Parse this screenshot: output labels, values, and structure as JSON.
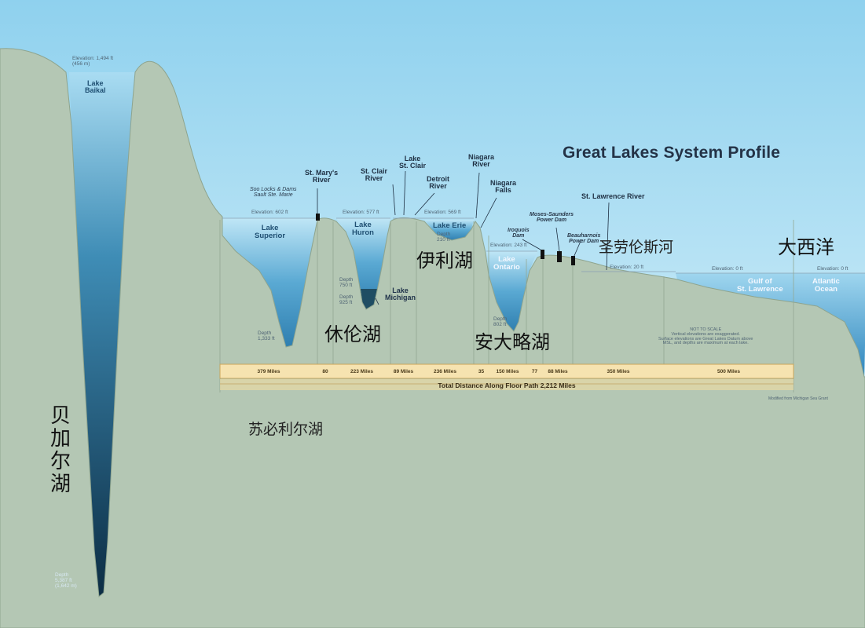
{
  "title": "Great Lakes System Profile",
  "baikal": {
    "name": "Lake\nBaikal",
    "elevation": "Elevation: 1,494 ft\n(456 m)",
    "depth": "Depth\n5,387 ft\n(1,642 m)",
    "zh_name": "贝加尔湖"
  },
  "annotations": {
    "soo_locks": "Soo Locks & Dams\nSault Ste. Marie",
    "st_marys": "St. Mary's\nRiver",
    "st_clair_river": "St. Clair\nRiver",
    "lake_st_clair": "Lake\nSt. Clair",
    "detroit_river": "Detroit\nRiver",
    "niagara_river": "Niagara\nRiver",
    "niagara_falls": "Niagara\nFalls",
    "st_lawrence_river": "St. Lawrence River",
    "iroquois_dam": "Iroquois\nDam",
    "moses_saunders": "Moses-Saunders\nPower Dam",
    "beauharnois": "Beauharnois\nPower Dam"
  },
  "lakes": {
    "superior": "Lake\nSuperior",
    "huron": "Lake\nHuron",
    "michigan": "Lake\nMichigan",
    "erie": "Lake Erie",
    "ontario": "Lake\nOntario",
    "gulf": "Gulf of\nSt. Lawrence",
    "atlantic": "Atlantic\nOcean"
  },
  "elevations": {
    "superior": "Elevation: 602 ft",
    "huron": "Elevation: 577 ft",
    "erie": "Elevation: 569 ft",
    "ontario": "Elevation: 243 ft",
    "st_lawrence": "Elevation: 20 ft",
    "gulf": "Elevation: 0 ft",
    "atlantic": "Elevation: 0 ft"
  },
  "depths": {
    "superior": "Depth\n1,333 ft",
    "michigan": "Depth\n750 ft",
    "huron": "Depth\n925 ft",
    "erie": "Depth\n210 ft",
    "ontario": "Depth\n802 ft"
  },
  "distances": [
    "379 Miles",
    "80",
    "223 Miles",
    "89 Miles",
    "236 Miles",
    "35",
    "150 Miles",
    "77",
    "88 Miles",
    "350 Miles",
    "500 Miles"
  ],
  "total_distance": "Total Distance Along Floor Path 2,212 Miles",
  "note": "NOT TO SCALE\nVertical elevations are exaggerated.\nSurface elevations are Great Lakes Datum above\nMSL, and depths are maximum at each lake.",
  "credit": "Modified from Michigan Sea Grant",
  "zh_labels": {
    "st_lawrence": "圣劳伦斯河",
    "atlantic": "大西洋",
    "erie": "伊利湖",
    "huron": "休伦湖",
    "ontario": "安大略湖",
    "superior": "苏必利尔湖"
  }
}
